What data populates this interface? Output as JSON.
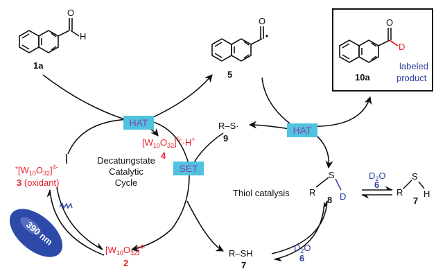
{
  "colors": {
    "black": "#111111",
    "red": "#e8202a",
    "blue": "#2b3f9e",
    "hat_box": "#4fc3de",
    "hat_text": "#8a3fb0",
    "ellipse_fill": "#2d4aa8"
  },
  "compounds": {
    "c1a": {
      "number": "1a",
      "atom_o": "O",
      "atom_h": "H"
    },
    "c5": {
      "number": "5",
      "atom_o": "O"
    },
    "c10a": {
      "number": "10a",
      "atom_o": "O",
      "atom_d": "D",
      "caption_line1": "labeled",
      "caption_line2": "product"
    }
  },
  "boxes": {
    "hat_left": "HAT",
    "hat_right": "HAT",
    "set": "SET"
  },
  "species": {
    "s4": {
      "base": "[W",
      "sub1": "10",
      "o": "O",
      "sub2": "32",
      "close": "]",
      "sup": "5-",
      "tail": "·H",
      "tail_sup": "+",
      "number": "4"
    },
    "s3": {
      "star": "*",
      "base": "[W",
      "sub1": "10",
      "o": "O",
      "sub2": "32",
      "close": "]",
      "sup": "4-",
      "number": "3",
      "role": "(oxidant)"
    },
    "s2": {
      "base": "[W",
      "sub1": "10",
      "o": "O",
      "sub2": "32",
      "close": "]",
      "sup": "4-",
      "number": "2"
    },
    "s9": {
      "r": "R",
      "dash": "–",
      "s": "S",
      "dot": "·",
      "number": "9"
    },
    "s8": {
      "r": "R",
      "s": "S",
      "d": "D",
      "number": "8"
    },
    "s7_right": {
      "r": "R",
      "s": "S",
      "h": "H",
      "number": "7"
    },
    "s7_bottom": {
      "text": "R–SH",
      "number": "7"
    },
    "d2o_top": {
      "d": "D",
      "sub": "2",
      "o": "O",
      "number": "6"
    },
    "d2o_bottom": {
      "d": "D",
      "sub": "2",
      "o": "O",
      "number": "6"
    }
  },
  "cycle_labels": {
    "left_line1": "Decatungstate",
    "left_line2": "Catalytic",
    "left_line3": "Cycle",
    "right": "Thiol catalysis"
  },
  "light": {
    "label": "390 nm"
  }
}
